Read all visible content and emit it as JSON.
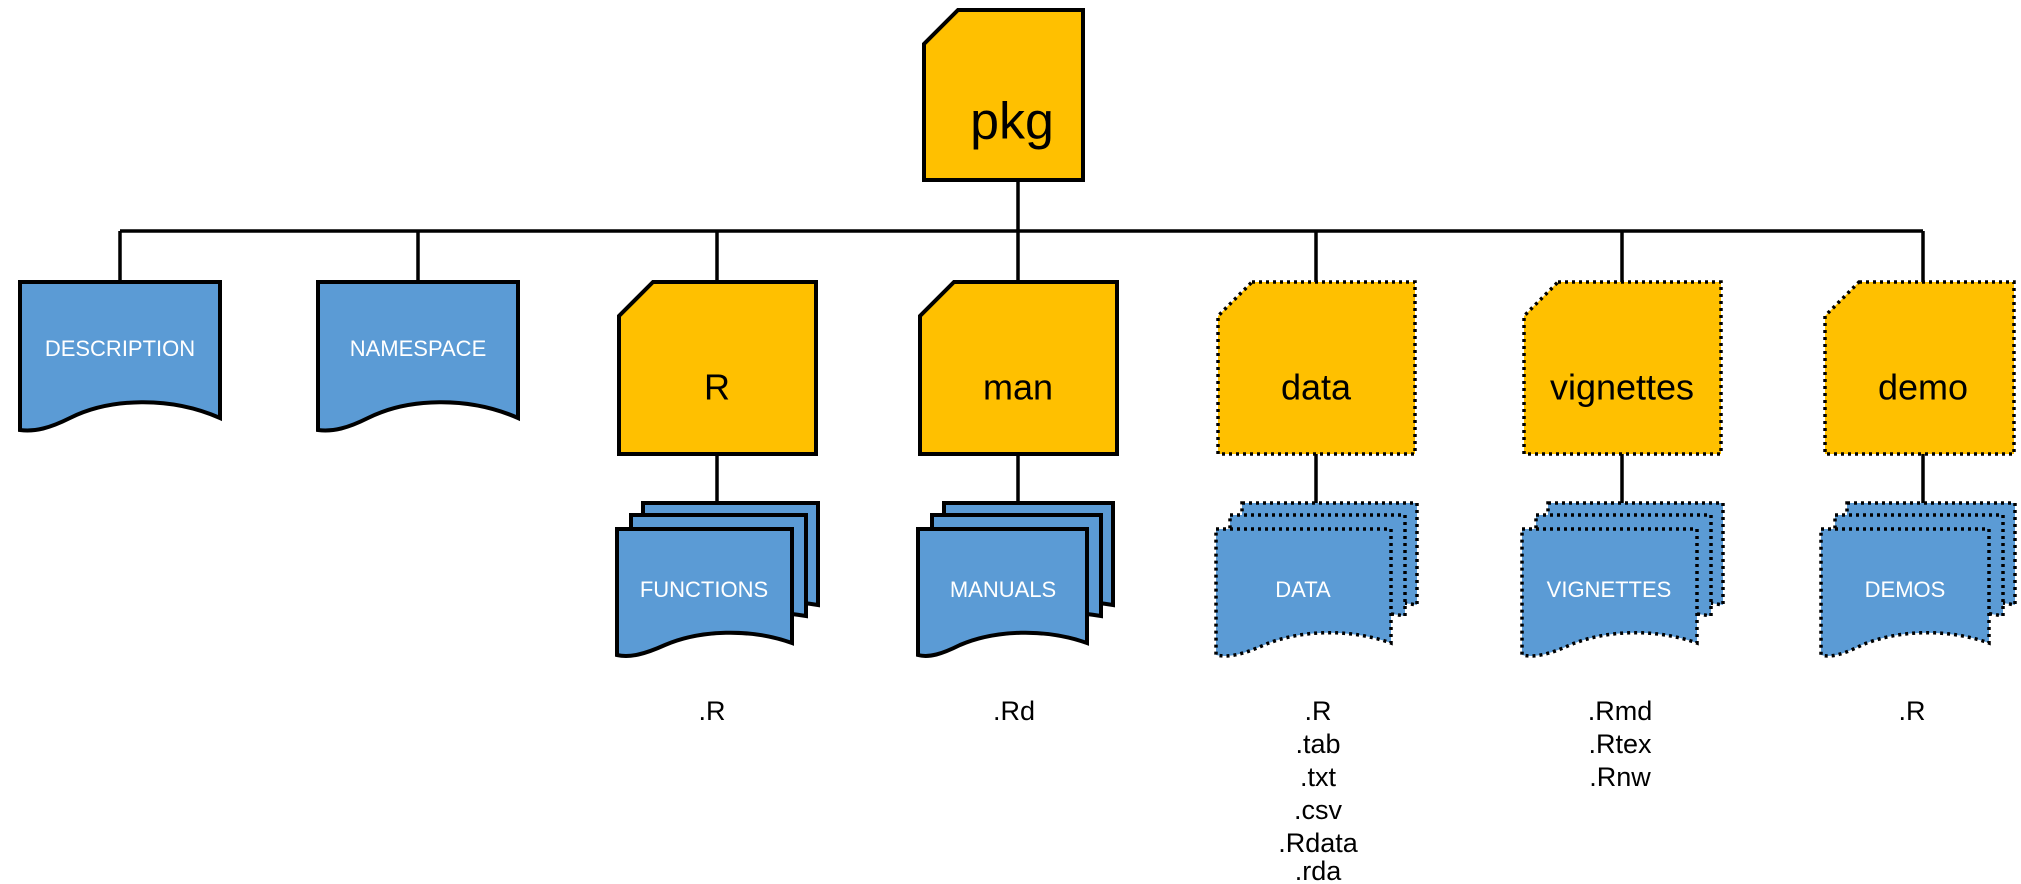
{
  "root": {
    "label": "pkg"
  },
  "files": [
    {
      "label": "DESCRIPTION"
    },
    {
      "label": "NAMESPACE"
    }
  ],
  "folders": [
    {
      "label": "R",
      "style": "solid",
      "contents": "FUNCTIONS",
      "extensions": [
        ".R"
      ]
    },
    {
      "label": "man",
      "style": "solid",
      "contents": "MANUALS",
      "extensions": [
        ".Rd"
      ]
    },
    {
      "label": "data",
      "style": "dotted",
      "contents": "DATA",
      "extensions": [
        ".R",
        ".tab",
        ".txt",
        ".csv",
        ".Rdata",
        ".rda"
      ]
    },
    {
      "label": "vignettes",
      "style": "dotted",
      "contents": "VIGNETTES",
      "extensions": [
        ".Rmd",
        ".Rtex",
        ".Rnw"
      ]
    },
    {
      "label": "demo",
      "style": "dotted",
      "contents": "DEMOS",
      "extensions": [
        ".R"
      ]
    }
  ],
  "colors": {
    "folder_fill": "#FFC000",
    "file_fill": "#5B9BD5",
    "outline": "#000000",
    "file_text": "#FFFFFF"
  }
}
